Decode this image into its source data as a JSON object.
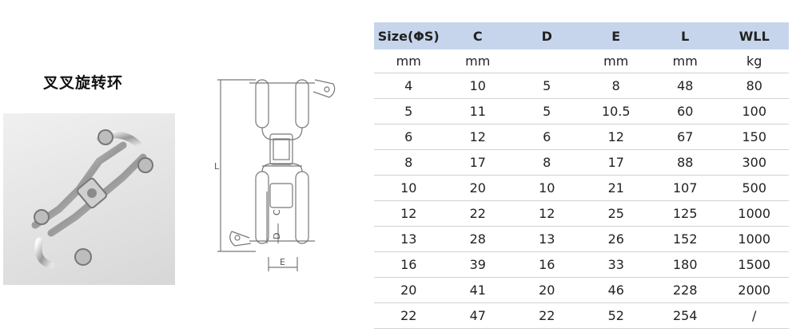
{
  "product": {
    "title": "叉叉旋转环"
  },
  "drawing": {
    "dim_labels": [
      "L",
      "C",
      "D",
      "E"
    ]
  },
  "table": {
    "headers": [
      "Size(ΦS)",
      "C",
      "D",
      "E",
      "L",
      "WLL"
    ],
    "units": [
      "mm",
      "mm",
      "",
      "mm",
      "mm",
      "kg"
    ],
    "rows": [
      [
        "4",
        "10",
        "5",
        "8",
        "48",
        "80"
      ],
      [
        "5",
        "11",
        "5",
        "10.5",
        "60",
        "100"
      ],
      [
        "6",
        "12",
        "6",
        "12",
        "67",
        "150"
      ],
      [
        "8",
        "17",
        "8",
        "17",
        "88",
        "300"
      ],
      [
        "10",
        "20",
        "10",
        "21",
        "107",
        "500"
      ],
      [
        "12",
        "22",
        "12",
        "25",
        "125",
        "1000"
      ],
      [
        "13",
        "28",
        "13",
        "26",
        "152",
        "1000"
      ],
      [
        "16",
        "39",
        "16",
        "33",
        "180",
        "1500"
      ],
      [
        "20",
        "41",
        "20",
        "46",
        "228",
        "2000"
      ],
      [
        "22",
        "47",
        "22",
        "52",
        "254",
        "/"
      ]
    ]
  },
  "colors": {
    "header_bg": "#c6d5eb",
    "row_divider": "#d2d2d2",
    "metal": "#a9a9a9"
  }
}
